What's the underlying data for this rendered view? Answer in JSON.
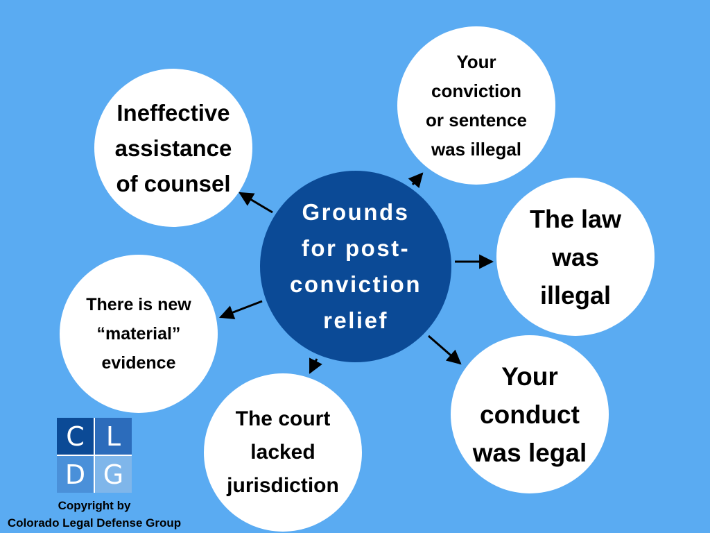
{
  "center": {
    "text": "Grounds\nfor post-\nconviction\nrelief"
  },
  "bubbles": {
    "counsel": "Ineffective\nassistance\nof counsel",
    "illegal_sentence": "Your\nconviction\nor sentence\nwas illegal",
    "law_illegal": "The law\nwas\nillegal",
    "new_evidence": "There is new\n“material”\nevidence",
    "conduct_legal": "Your\nconduct\nwas legal",
    "no_jurisdiction": "The court\nlacked\njurisdiction"
  },
  "logo": {
    "letters": [
      "C",
      "L",
      "D",
      "G"
    ]
  },
  "copyright": {
    "line1": "Copyright by",
    "line2": "Colorado Legal Defense Group"
  },
  "colors": {
    "background": "#5aabf2",
    "center_fill": "#0b4a96",
    "bubble_fill": "#ffffff",
    "arrow": "#000000"
  },
  "icons": {
    "arrow": "arrow-icon"
  }
}
